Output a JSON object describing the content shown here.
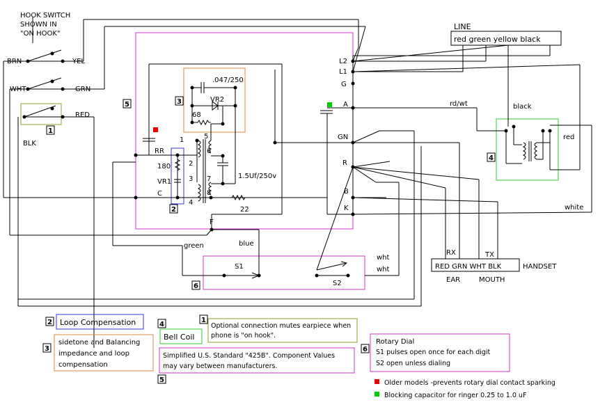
{
  "hookswitch": {
    "title_1": "HOOK SWITCH",
    "title_2": "SHOWN IN",
    "title_3": "\"ON HOOK\"",
    "brn": "BRN",
    "wht": "WHT",
    "blk": "BLK",
    "yel": "YEL",
    "grn": "GRN",
    "red": "RED"
  },
  "line": {
    "title": "LINE",
    "colors": "red green yellow black"
  },
  "terminals": {
    "l2": "L2",
    "l1": "L1",
    "g": "G",
    "a": "A",
    "gn": "GN",
    "r": "R",
    "b": "B",
    "k": "K",
    "rr": "RR",
    "c": "C",
    "f": "F"
  },
  "components": {
    "cap_047": ".047/250",
    "vr2": "VR2",
    "r68": "68",
    "r180": "180",
    "vr1": "VR1",
    "cap_15": "1.5Uf/250v",
    "r22": "22",
    "t1": "1",
    "t2": "2",
    "t3": "3",
    "t4": "4",
    "t5": "5",
    "t6": "6",
    "t7": "7",
    "t8": "8"
  },
  "wires": {
    "rdwt": "rd/wt",
    "black": "black",
    "red": "red",
    "white": "white",
    "green": "green",
    "blue": "blue",
    "wht1": "wht",
    "wht2": "wht",
    "s1": "S1",
    "s2": "S2",
    "rx": "RX",
    "tx": "TX"
  },
  "handset": {
    "row": "RED GRN  WHT BLK",
    "label": "HANDSET",
    "ear": "EAR",
    "mouth": "MOUTH"
  },
  "markers": {
    "m1": "1",
    "m2": "2",
    "m3": "3",
    "m4": "4",
    "m5": "5",
    "m6": "6"
  },
  "legend": {
    "loop_comp": "Loop Compensation",
    "sidetone_1": "sidetone and Balancing",
    "sidetone_2": "impedance and loop",
    "sidetone_3": "compensation",
    "bell_coil": "Bell Coil",
    "optional_1": "Optional connection mutes earpiece when",
    "optional_2": "phone is \"on hook\".",
    "simplified_1": "Simplified U.S. Standard \"425B\". Component Values",
    "simplified_2": "may  vary between manufacturers.",
    "rotary_title": "Rotary Dial",
    "rotary_s1": "S1  pulses open once for each digit",
    "rotary_s2": "S2  open unless dialing",
    "red_note": "Older models -prevents rotary dial contact sparking",
    "green_note": "Blocking capacitor for ringer 0.25 to 1.0 uF"
  },
  "colors": {
    "network_box": "#cc33cc",
    "loop_box": "#3333cc",
    "sidetone_box": "#e08a3c",
    "bell_box": "#33cc33",
    "hookswitch_box": "#999933",
    "dial_box": "#cc33cc",
    "red_marker": "#ee0000",
    "green_marker": "#00cc00"
  }
}
